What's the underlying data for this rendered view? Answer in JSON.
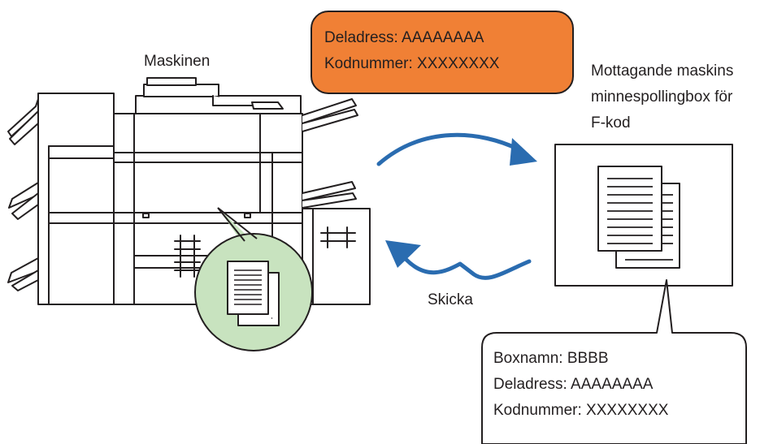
{
  "labels": {
    "machine": "Maskinen",
    "receiving_lines": [
      "Mottagande maskins",
      "minnespollingbox för",
      "F-kod"
    ],
    "send": "Skicka"
  },
  "orange_box": {
    "line1": "Deladress: AAAAAAAA",
    "line2": "Kodnummer: XXXXXXXX",
    "color": "#f08035"
  },
  "callout": {
    "lines": [
      "Boxnamn: BBBB",
      "Deladress: AAAAAAAA",
      "Kodnummer: XXXXXXXX"
    ]
  },
  "colors": {
    "arrow": "#2a6cb0",
    "bubble": "#c8e3bf",
    "outline": "#231f20"
  }
}
